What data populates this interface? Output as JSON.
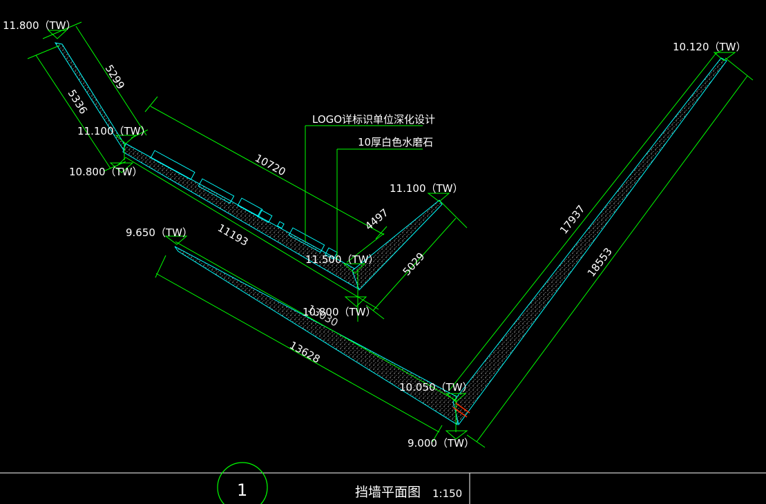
{
  "colors": {
    "background": "#000000",
    "dimension_line": "#00ff00",
    "wall_edge": "#00ffff",
    "text": "#ffffff",
    "fill_hatch": "#b0b0b0",
    "marker_red": "#ff3000"
  },
  "elevations": {
    "e1": "11.800（TW）",
    "e2": "11.100（TW）",
    "e3": "10.800（TW）",
    "e4": "11.100（TW）",
    "e5": "11.500（TW）",
    "e6": "10.800（TW）",
    "e7": "9.650（TW）",
    "e8": "10.050（TW）",
    "e9": "9.000（TW）",
    "e10": "10.120（TW）"
  },
  "dimensions": {
    "d1": "5299",
    "d2": "5336",
    "d3": "10720",
    "d4": "4497",
    "d5": "11193",
    "d6": "5029",
    "d7": "13628",
    "d8": "13030",
    "d9": "17937",
    "d10": "18553"
  },
  "notes": {
    "logo": "LOGO详标识单位深化设计",
    "finish": "10厚白色水磨石"
  },
  "title_block": {
    "number": "1",
    "title": "挡墙平面图",
    "scale": "1:150"
  }
}
